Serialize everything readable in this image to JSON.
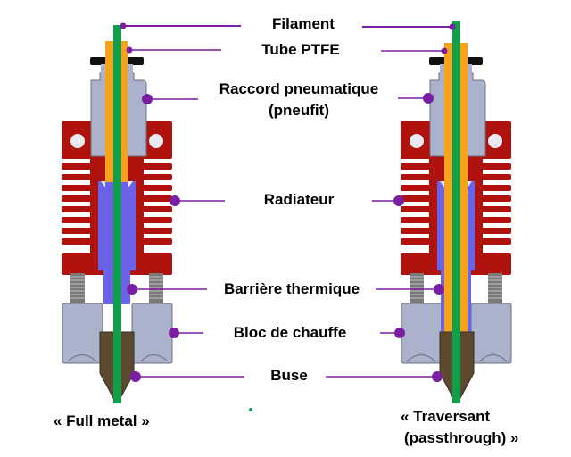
{
  "labels": {
    "filament": "Filament",
    "ptfe": "Tube PTFE",
    "pneufit_1": "Raccord pneumatique",
    "pneufit_2": "(pneufit)",
    "radiateur": "Radiateur",
    "barriere": "Barrière thermique",
    "bloc": "Bloc de chauffe",
    "buse": "Buse"
  },
  "captions": {
    "full_metal": "« Full metal »",
    "traversant_1": "« Traversant",
    "traversant_2": "(passthrough) »"
  },
  "colors": {
    "filament": "#0fa04a",
    "ptfe": "#f7a21b",
    "heatsink": "#b0120d",
    "barrier": "#6a63e8",
    "fitting": "#aab2cc",
    "nozzle": "#5b4a2f",
    "leader": "#7b1fa2",
    "clip": "#111111"
  }
}
